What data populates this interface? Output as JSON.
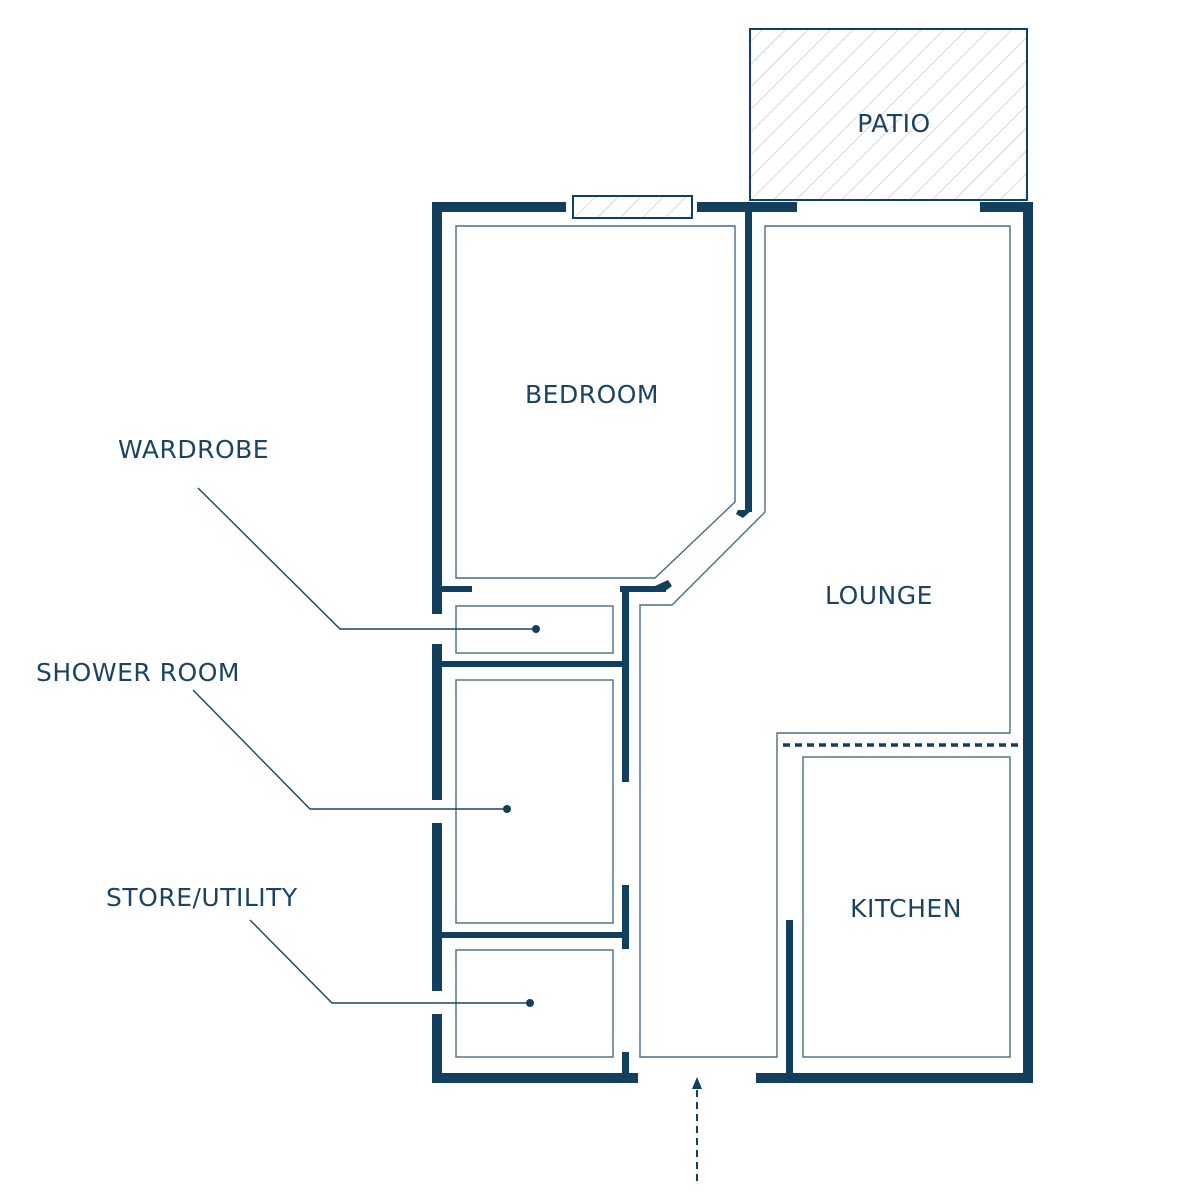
{
  "rooms": {
    "patio": "PATIO",
    "bedroom": "BEDROOM",
    "lounge": "LOUNGE",
    "kitchen": "KITCHEN"
  },
  "callouts": {
    "wardrobe": "WARDROBE",
    "shower_room": "SHOWER ROOM",
    "store_utility": "STORE/UTILITY"
  },
  "colors": {
    "wall": "#133f5e",
    "text": "#1b4463",
    "background": "#ffffff"
  },
  "icons": {
    "entrance": "entrance-arrow-icon"
  }
}
